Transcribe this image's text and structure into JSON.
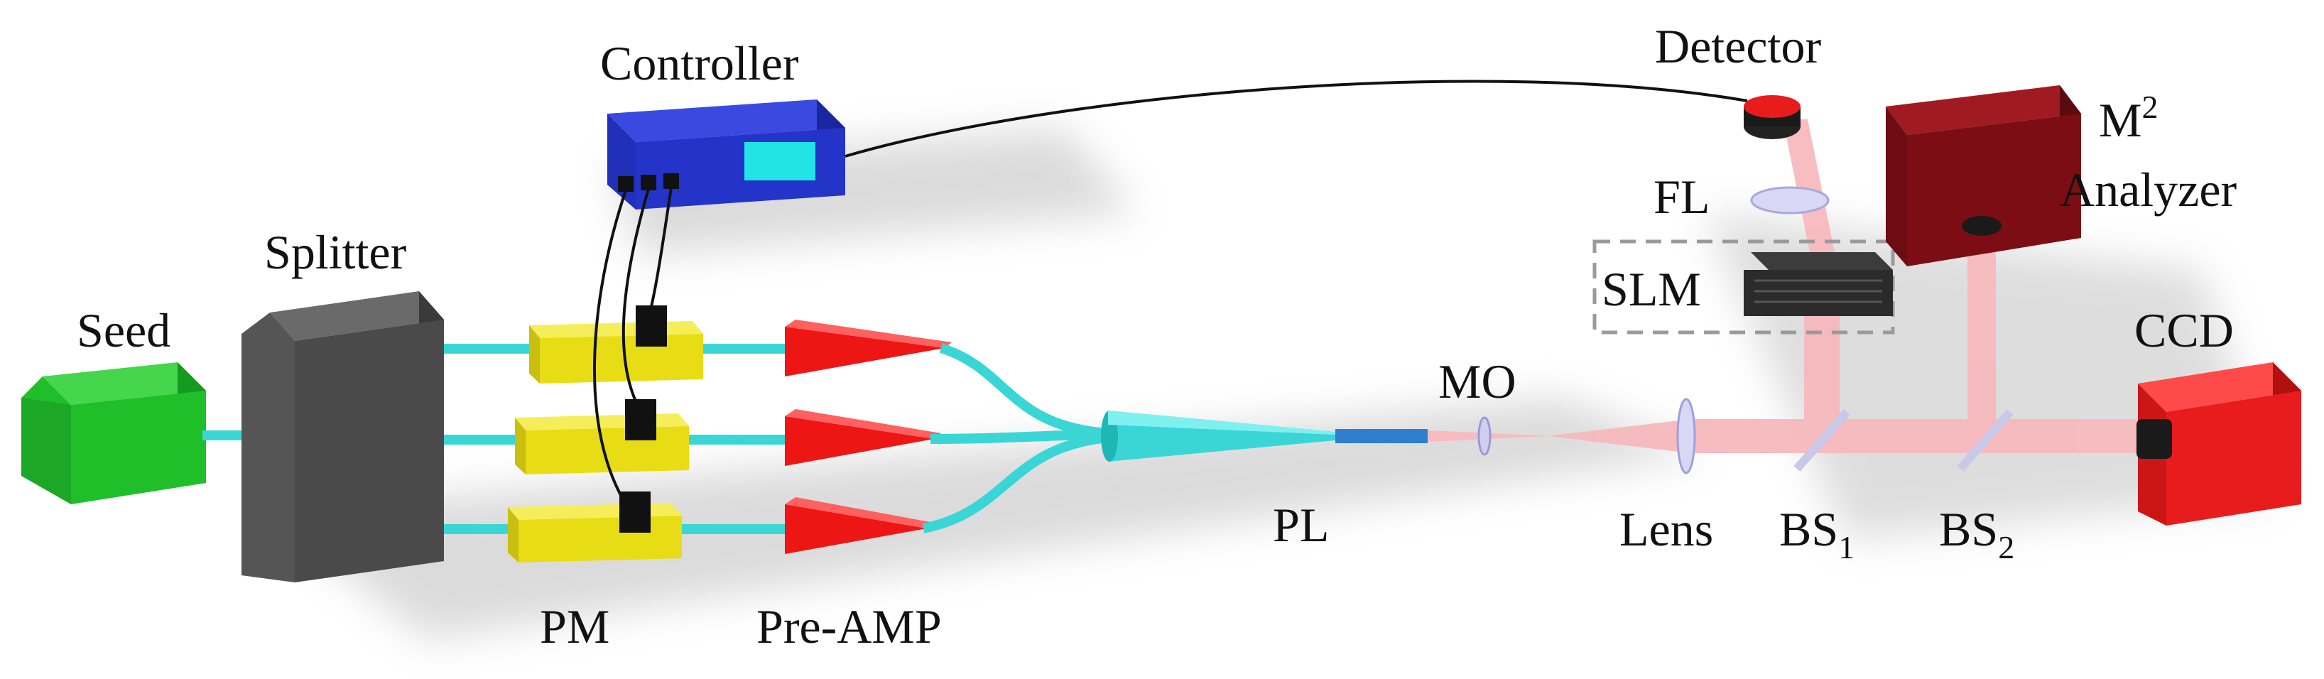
{
  "colors": {
    "seed": "#1fbf2a",
    "splitter": "#4a4a4a",
    "pm": "#e8dd14",
    "amp": "#ee1515",
    "fiber": "#3ad6d6",
    "controller": "#2434c8",
    "controller_screen": "#22e4e4",
    "pl": "#2f7fd0",
    "beam": "#f7b9bd",
    "slm": "#2b2b2b",
    "m2": "#7d0d14",
    "ccd": "#e81c1c",
    "detector": "#e81c1c",
    "frame": "#9a9a9a"
  },
  "labels": {
    "controller": "Controller",
    "detector": "Detector",
    "m2_main": "M",
    "m2_sup": "2",
    "analyzer": "Analyzer",
    "fl": "FL",
    "splitter": "Splitter",
    "slm": "SLM",
    "seed": "Seed",
    "ccd": "CCD",
    "mo": "MO",
    "pl": "PL",
    "lens": "Lens",
    "bs1_main": "BS",
    "bs1_sub": "1",
    "bs2_main": "BS",
    "bs2_sub": "2",
    "pm": "PM",
    "preamp": "Pre-AMP"
  }
}
